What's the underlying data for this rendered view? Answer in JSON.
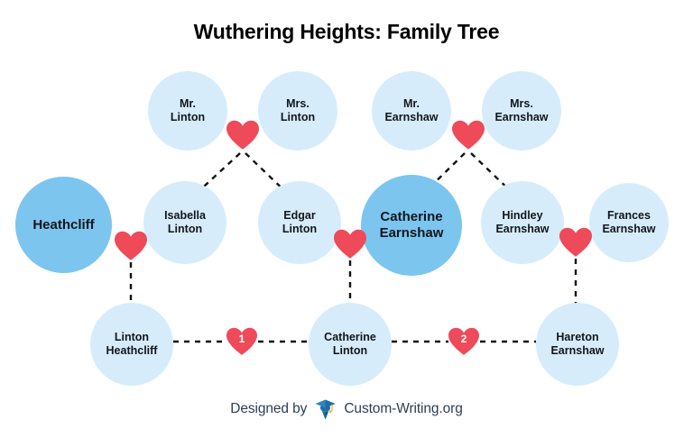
{
  "title": "Wuthering Heights: Family Tree",
  "theme": {
    "background": "#ffffff",
    "node_light": "#d6ecfa",
    "node_highlight": "#7cc5ee",
    "heart": "#ee4a5a",
    "heart_shadow": "#d23b4c",
    "line": "#111111",
    "text": "#12161c",
    "footer_text": "#2b3f55",
    "logo_blue": "#1d6fa5",
    "logo_gold": "#e8b424"
  },
  "generations": {
    "grandparents": [
      {
        "id": "mr-linton",
        "name": "Mr.\nLinton",
        "highlight": false
      },
      {
        "id": "mrs-linton",
        "name": "Mrs.\nLinton",
        "highlight": false
      },
      {
        "id": "mr-earnshaw",
        "name": "Mr.\nEarnshaw",
        "highlight": false
      },
      {
        "id": "mrs-earnshaw",
        "name": "Mrs.\nEarnshaw",
        "highlight": false
      }
    ],
    "parents": [
      {
        "id": "heathcliff",
        "name": "Heathcliff",
        "highlight": true
      },
      {
        "id": "isabella-linton",
        "name": "Isabella\nLinton",
        "highlight": false
      },
      {
        "id": "edgar-linton",
        "name": "Edgar\nLinton",
        "highlight": false
      },
      {
        "id": "catherine-earnshaw",
        "name": "Catherine\nEarnshaw",
        "highlight": true
      },
      {
        "id": "hindley-earnshaw",
        "name": "Hindley\nEarnshaw",
        "highlight": false
      },
      {
        "id": "frances-earnshaw",
        "name": "Frances\nEarnshaw",
        "highlight": false
      }
    ],
    "children": [
      {
        "id": "linton-heathcliff",
        "name": "Linton\nHeathcliff",
        "highlight": false
      },
      {
        "id": "catherine-linton",
        "name": "Catherine\nLinton",
        "highlight": false
      },
      {
        "id": "hareton-earnshaw",
        "name": "Hareton\nEarnshaw",
        "highlight": false
      }
    ]
  },
  "marriages": [
    {
      "id": "linton-parents",
      "label": "",
      "between": [
        "mr-linton",
        "mrs-linton"
      ]
    },
    {
      "id": "earnshaw-parents",
      "label": "",
      "between": [
        "mr-earnshaw",
        "mrs-earnshaw"
      ]
    },
    {
      "id": "heathcliff-isabella",
      "label": "",
      "between": [
        "heathcliff",
        "isabella-linton"
      ]
    },
    {
      "id": "edgar-catherine",
      "label": "",
      "between": [
        "edgar-linton",
        "catherine-earnshaw"
      ]
    },
    {
      "id": "hindley-frances",
      "label": "",
      "between": [
        "hindley-earnshaw",
        "frances-earnshaw"
      ]
    },
    {
      "id": "marriage-one",
      "label": "1",
      "between": [
        "linton-heathcliff",
        "catherine-linton"
      ]
    },
    {
      "id": "marriage-two",
      "label": "2",
      "between": [
        "catherine-linton",
        "hareton-earnshaw"
      ]
    }
  ],
  "footer": {
    "prefix": "Designed by",
    "brand": "Custom-Writing.org",
    "logo": "graduation-cap-pen-logo"
  }
}
